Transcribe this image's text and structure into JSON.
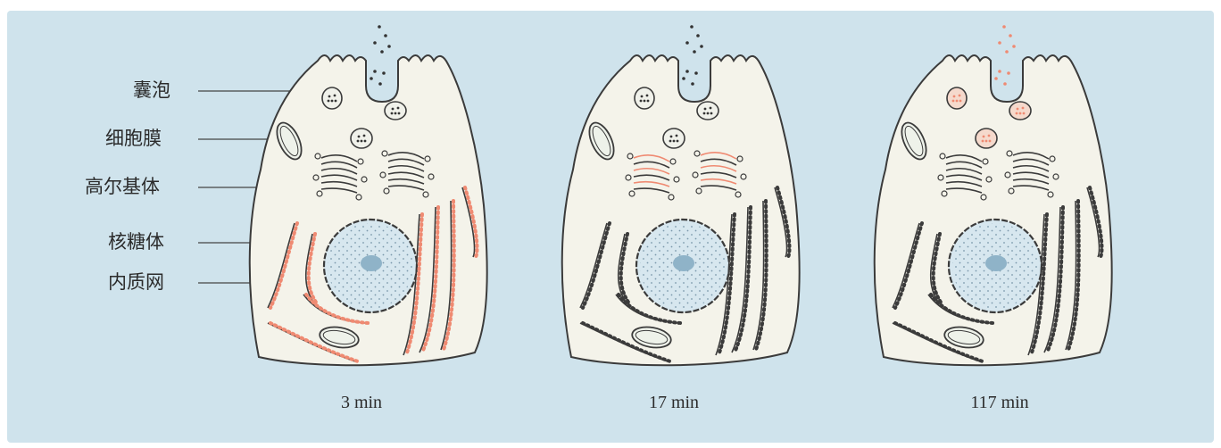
{
  "labels": {
    "vesicle": "囊泡",
    "cell_membrane": "细胞膜",
    "golgi": "高尔基体",
    "ribosome": "核糖体",
    "er": "内质网"
  },
  "captions": [
    "3 min",
    "17 min",
    "117 min"
  ],
  "colors": {
    "background": "#cfe3ec",
    "cell_fill": "#f4f3ea",
    "outline": "#3b3b3b",
    "nucleus": "#d7e7ef",
    "nucleolus": "#8fb3c8",
    "label_color": "#ef8a72"
  },
  "stages": [
    {
      "time": "3 min",
      "label_location": "endoplasmic-reticulum"
    },
    {
      "time": "17 min",
      "label_location": "golgi-apparatus"
    },
    {
      "time": "117 min",
      "label_location": "secretory-vesicles"
    }
  ]
}
